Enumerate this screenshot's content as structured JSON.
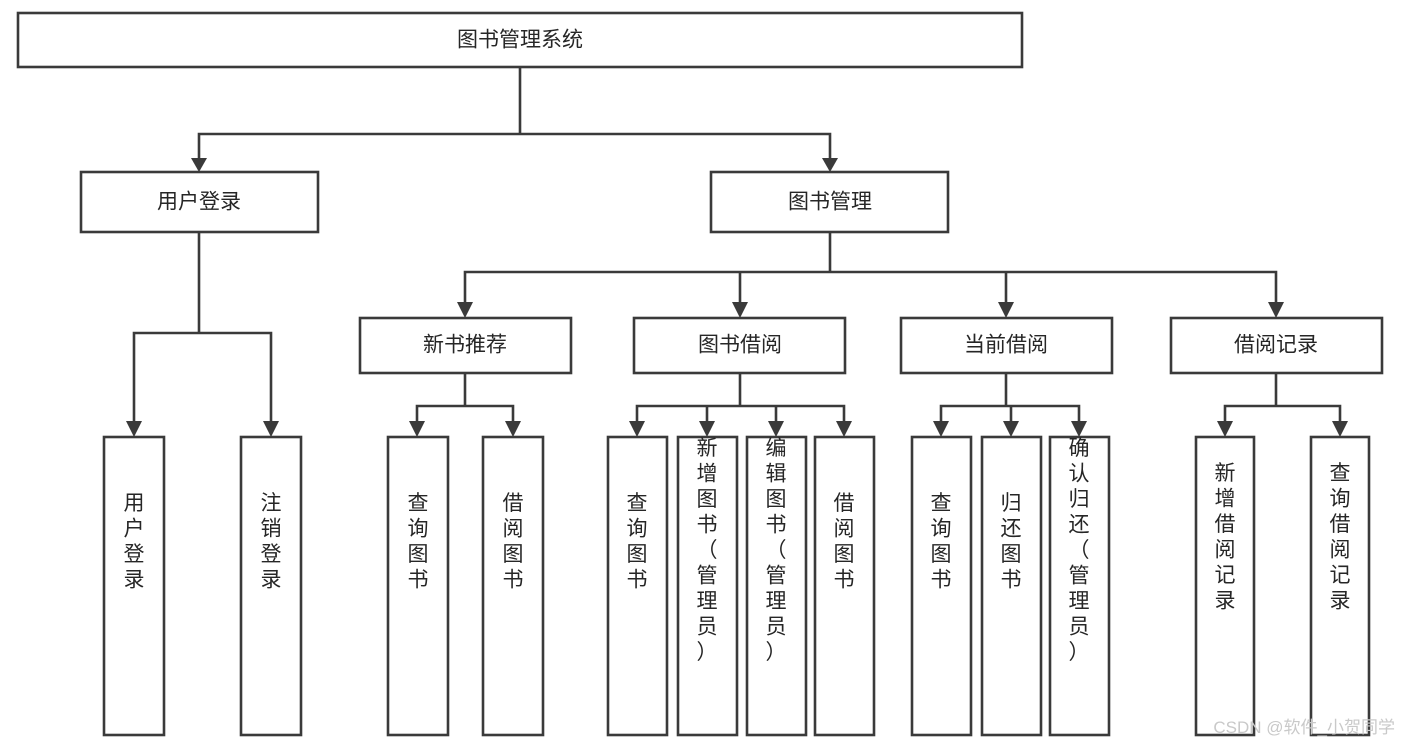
{
  "diagram": {
    "title": "图书管理系统",
    "type": "tree-hierarchy-chart",
    "background_color": "#ffffff",
    "box_stroke_color": "#3a3a3a",
    "text_color": "#262626",
    "watermark": "CSDN @软件_小贺同学",
    "watermark_color": "#c9c9c9"
  },
  "nodes": {
    "root": {
      "label": "图书管理系统"
    },
    "level1": [
      {
        "id": "user-login",
        "label": "用户登录"
      },
      {
        "id": "book-management",
        "label": "图书管理"
      }
    ],
    "level2": [
      {
        "id": "new-book-recommend",
        "label": "新书推荐"
      },
      {
        "id": "book-borrow",
        "label": "图书借阅"
      },
      {
        "id": "current-borrow",
        "label": "当前借阅"
      },
      {
        "id": "borrow-record",
        "label": "借阅记录"
      }
    ],
    "leaves": {
      "user_login": [
        {
          "id": "leaf-user-login",
          "label": "用户登录"
        },
        {
          "id": "leaf-user-logout",
          "label": "注销登录"
        }
      ],
      "new_book_recommend": [
        {
          "id": "leaf-query-book-1",
          "label": "查询图书"
        },
        {
          "id": "leaf-borrow-book-1",
          "label": "借阅图书"
        }
      ],
      "book_borrow": [
        {
          "id": "leaf-query-book-2",
          "label": "查询图书"
        },
        {
          "id": "leaf-add-book",
          "label": "新增图书（管理员）"
        },
        {
          "id": "leaf-edit-book",
          "label": "编辑图书（管理员）"
        },
        {
          "id": "leaf-borrow-book-2",
          "label": "借阅图书"
        }
      ],
      "current_borrow": [
        {
          "id": "leaf-query-book-3",
          "label": "查询图书"
        },
        {
          "id": "leaf-return-book",
          "label": "归还图书"
        },
        {
          "id": "leaf-confirm-return",
          "label": "确认归还（管理员）"
        }
      ],
      "borrow_record": [
        {
          "id": "leaf-add-record",
          "label": "新增借阅记录"
        },
        {
          "id": "leaf-query-record",
          "label": "查询借阅记录"
        }
      ]
    }
  },
  "chart_data": {
    "type": "table",
    "title": "图书管理系统",
    "hierarchy": [
      {
        "level": 0,
        "label": "图书管理系统",
        "children": [
          {
            "level": 1,
            "label": "用户登录",
            "children": [
              {
                "level": 2,
                "label": "用户登录"
              },
              {
                "level": 2,
                "label": "注销登录"
              }
            ]
          },
          {
            "level": 1,
            "label": "图书管理",
            "children": [
              {
                "level": 2,
                "label": "新书推荐",
                "children": [
                  {
                    "level": 3,
                    "label": "查询图书"
                  },
                  {
                    "level": 3,
                    "label": "借阅图书"
                  }
                ]
              },
              {
                "level": 2,
                "label": "图书借阅",
                "children": [
                  {
                    "level": 3,
                    "label": "查询图书"
                  },
                  {
                    "level": 3,
                    "label": "新增图书（管理员）"
                  },
                  {
                    "level": 3,
                    "label": "编辑图书（管理员）"
                  },
                  {
                    "level": 3,
                    "label": "借阅图书"
                  }
                ]
              },
              {
                "level": 2,
                "label": "当前借阅",
                "children": [
                  {
                    "level": 3,
                    "label": "查询图书"
                  },
                  {
                    "level": 3,
                    "label": "归还图书"
                  },
                  {
                    "level": 3,
                    "label": "确认归还（管理员）"
                  }
                ]
              },
              {
                "level": 2,
                "label": "借阅记录",
                "children": [
                  {
                    "level": 3,
                    "label": "新增借阅记录"
                  },
                  {
                    "level": 3,
                    "label": "查询借阅记录"
                  }
                ]
              }
            ]
          }
        ]
      }
    ]
  }
}
